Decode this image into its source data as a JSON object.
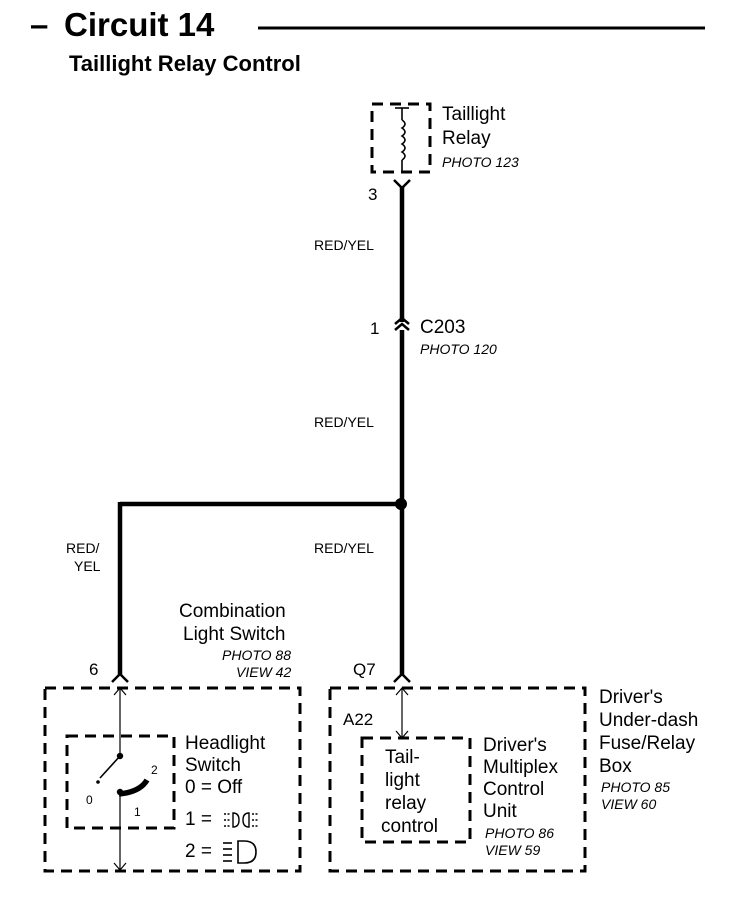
{
  "header": {
    "dash": "–",
    "title": "Circuit 14",
    "subtitle": "Taillight Relay Control"
  },
  "relay": {
    "name_line1": "Taillight",
    "name_line2": "Relay",
    "photo": "PHOTO 123",
    "pin": "3"
  },
  "connector": {
    "pin": "1",
    "name": "C203",
    "photo": "PHOTO 120"
  },
  "wires": {
    "upper": "RED/YEL",
    "middle": "RED/YEL",
    "right_branch": "RED/YEL",
    "left_branch_line1": "RED/",
    "left_branch_line2": "YEL"
  },
  "combination_switch": {
    "name_line1": "Combination",
    "name_line2": "Light Switch",
    "photo": "PHOTO 88",
    "view": "VIEW 42",
    "pin": "6"
  },
  "headlight_switch": {
    "name_line1": "Headlight",
    "name_line2": "Switch",
    "pos0": "0 = Off",
    "pos1_prefix": "1 =",
    "pos2_prefix": "2 =",
    "contact_0": "0",
    "contact_1": "1",
    "contact_2": "2",
    "icon_pos1": "parking-light-icon",
    "icon_pos2": "headlight-icon"
  },
  "fuse_box": {
    "pin": "Q7",
    "name_line1": "Driver's",
    "name_line2": "Under-dash",
    "name_line3": "Fuse/Relay",
    "name_line4": "Box",
    "photo": "PHOTO 85",
    "view": "VIEW 60"
  },
  "multiplex_unit": {
    "pin": "A22",
    "name_line1": "Driver's",
    "name_line2": "Multiplex",
    "name_line3": "Control",
    "name_line4": "Unit",
    "photo": "PHOTO 86",
    "view": "VIEW 59",
    "function_line1": "Tail-",
    "function_line2": "light",
    "function_line3": "relay",
    "function_line4": "control"
  }
}
